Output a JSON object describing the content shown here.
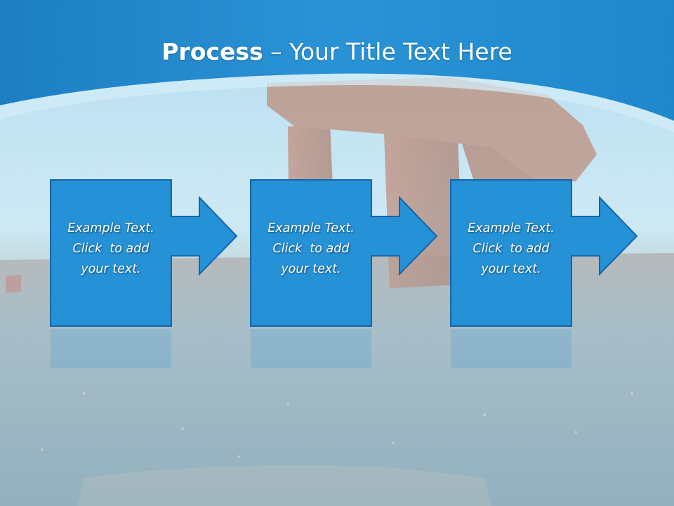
{
  "title": {
    "bold": "Process",
    "rest": " – Your Title Text Here"
  },
  "colors": {
    "band": "#1f86c8",
    "band_light": "#2a9be0",
    "box_fill": "#2591d6",
    "box_stroke": "#1565a8",
    "sky": "#b6def0",
    "ground": "#8aa7b4"
  },
  "steps": [
    {
      "lines": [
        "Example Text.",
        "Click  to add",
        "your text."
      ]
    },
    {
      "lines": [
        "Example Text.",
        "Click  to add",
        "your text."
      ]
    },
    {
      "lines": [
        "Example Text.",
        "Click  to add",
        "your text."
      ]
    }
  ]
}
